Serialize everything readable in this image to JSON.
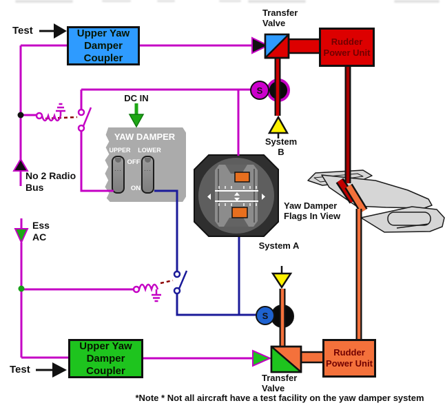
{
  "labels": {
    "test_top": "Test",
    "test_bottom": "Test",
    "upper_coupler": "Upper Yaw Damper Coupler",
    "lower_coupler": "Upper Yaw Damper Coupler",
    "transfer_valve_top": "Transfer Valve",
    "transfer_valve_bottom": "Transfer Valve",
    "rudder_power_unit_top": "Rudder Power Unit",
    "rudder_power_unit_bottom": "Rudder Power Unit",
    "system_b": "System B",
    "system_a": "System A",
    "dc_in": "DC IN",
    "no2_radio_bus": "No 2 Radio Bus",
    "ess_ac": "Ess AC",
    "flags_in_view": "Yaw Damper Flags In View",
    "s_valve_top": "S",
    "s_valve_bottom": "S",
    "note": "*Note * Not all aircraft have a test facility on the yaw damper system"
  },
  "panel": {
    "title": "YAW DAMPER",
    "upper_label": "UPPER",
    "lower_label": "LOWER",
    "off_label": "OFF",
    "on_label": "ON"
  },
  "colors": {
    "magenta": "#C400C4",
    "navy": "#1A1A99",
    "red": "#DD0000",
    "dark_red": "#A80000",
    "orange": "#F4713B",
    "green": "#1EC41E",
    "arrow_green": "#1EA715",
    "blue": "#2E9BFF",
    "yellow": "#FFF200",
    "panel_gray": "#ABABAB",
    "maroon_text": "#700000"
  }
}
